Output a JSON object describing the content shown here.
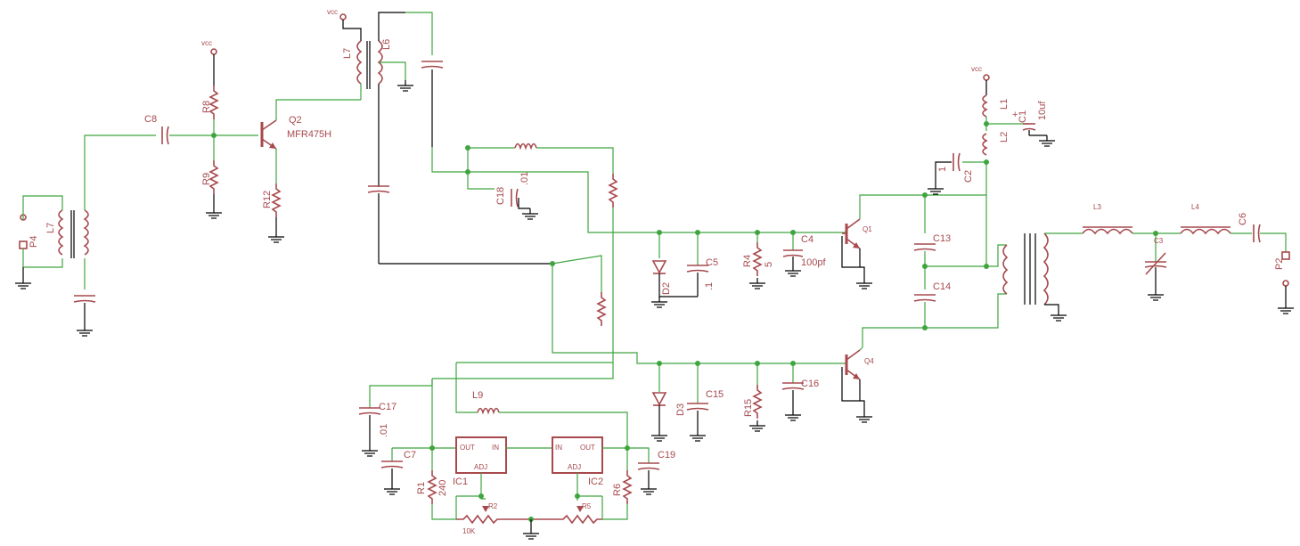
{
  "labels": {
    "vcc": "vcc",
    "r8": "R8",
    "r9": "R9",
    "r12": "R12",
    "q2": "Q2",
    "q2_part": "MFR475H",
    "c8": "C8",
    "l7_left": "L7",
    "p4": "P4",
    "l7_top": "L7",
    "l6": "L6",
    "c18": "C18",
    "c18_val": ".01",
    "d2": "D2",
    "c5": "C5",
    "c5_val": ".1",
    "r4": "R4",
    "r4_val": "5",
    "c4": "C4",
    "c4_val": "100pf",
    "q1": "Q1",
    "c13": "C13",
    "c14": "C14",
    "l1": "L1",
    "l2": "L2",
    "c1": "C1",
    "c1_val": "10uf",
    "c2": "C2",
    "c2_val": "1",
    "l3": "L3",
    "l4": "L4",
    "c3": "C3",
    "c6": "C6",
    "p2": "P2",
    "d3": "D3",
    "c15": "C15",
    "r15": "R15",
    "c16": "C16",
    "q4": "Q4",
    "c17": "C17",
    "c17_val": ".01",
    "l9": "L9",
    "c7": "C7",
    "c19": "C19",
    "ic1": "IC1",
    "ic2": "IC2",
    "out": "OUT",
    "in": "IN",
    "adj": "ADJ",
    "r1": "R1",
    "r1_val": "240",
    "r2": "R2",
    "r2_val": "10K",
    "r5": "R5",
    "r6": "R6",
    "plus": "+"
  },
  "colors": {
    "wire": "#3fa53f",
    "component": "#a7494d",
    "bus": "#000000",
    "background": "#ffffff"
  }
}
